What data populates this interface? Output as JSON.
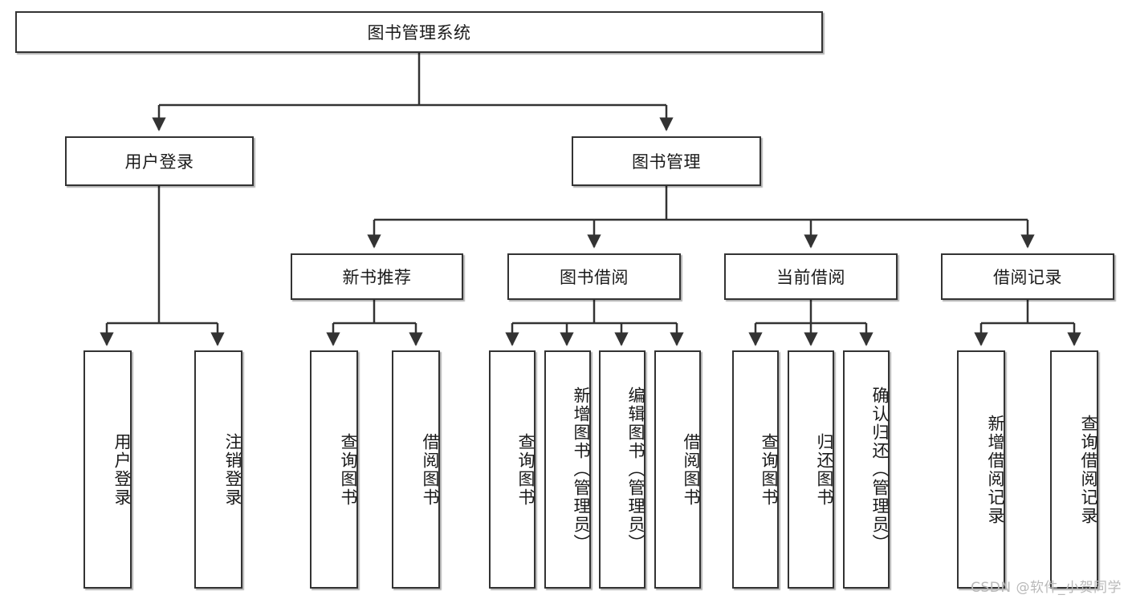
{
  "diagram": {
    "title_node": {
      "label": "图书管理系统"
    },
    "level2": [
      {
        "id": "user-login",
        "label": "用户登录"
      },
      {
        "id": "book-management",
        "label": "图书管理"
      }
    ],
    "level3": [
      {
        "id": "new-book-recommend",
        "label": "新书推荐"
      },
      {
        "id": "book-borrow",
        "label": "图书借阅"
      },
      {
        "id": "current-borrow",
        "label": "当前借阅"
      },
      {
        "id": "borrow-record",
        "label": "借阅记录"
      }
    ],
    "leaves": [
      {
        "id": "leaf-user-login",
        "label": "用户登录"
      },
      {
        "id": "leaf-logout",
        "label": "注销登录"
      },
      {
        "id": "leaf-query-book-1",
        "label": "查询图书"
      },
      {
        "id": "leaf-borrow-book-1",
        "label": "借阅图书"
      },
      {
        "id": "leaf-query-book-2",
        "label": "查询图书"
      },
      {
        "id": "leaf-add-book",
        "label": "新增图书（管理员）"
      },
      {
        "id": "leaf-edit-book",
        "label": "编辑图书（管理员）"
      },
      {
        "id": "leaf-borrow-book-2",
        "label": "借阅图书"
      },
      {
        "id": "leaf-query-book-3",
        "label": "查询图书"
      },
      {
        "id": "leaf-return-book",
        "label": "归还图书"
      },
      {
        "id": "leaf-confirm-return",
        "label": "确认归还（管理员）"
      },
      {
        "id": "leaf-add-record",
        "label": "新增借阅记录"
      },
      {
        "id": "leaf-query-record",
        "label": "查询借阅记录"
      }
    ]
  },
  "watermark": {
    "text": "CSDN @软件_小贺同学"
  },
  "colors": {
    "stroke": "#333333",
    "background": "#ffffff",
    "text": "#1a1a1a",
    "watermark": "#b9b9b9"
  }
}
